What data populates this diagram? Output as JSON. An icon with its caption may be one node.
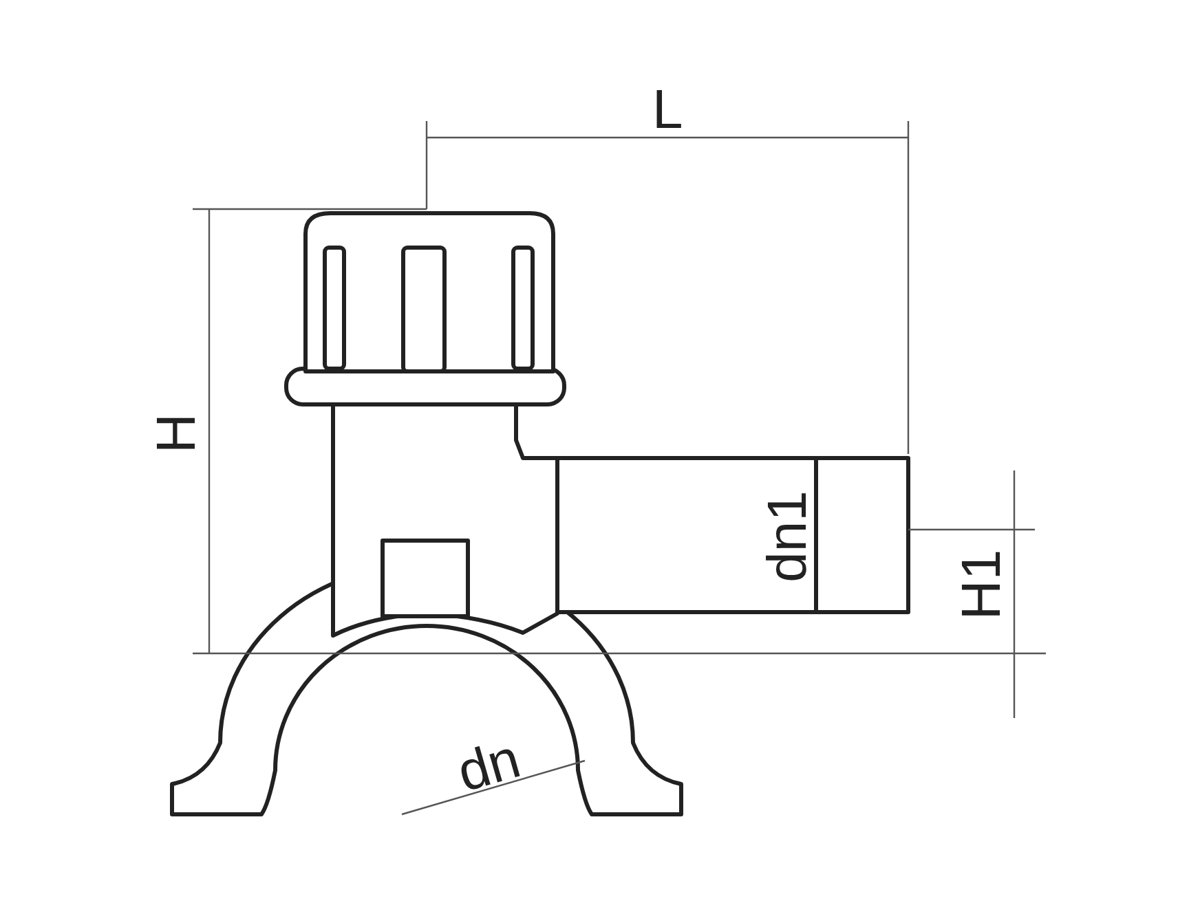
{
  "diagram": {
    "labels": [
      "L",
      "H",
      "dn1",
      "H1",
      "dn"
    ]
  }
}
